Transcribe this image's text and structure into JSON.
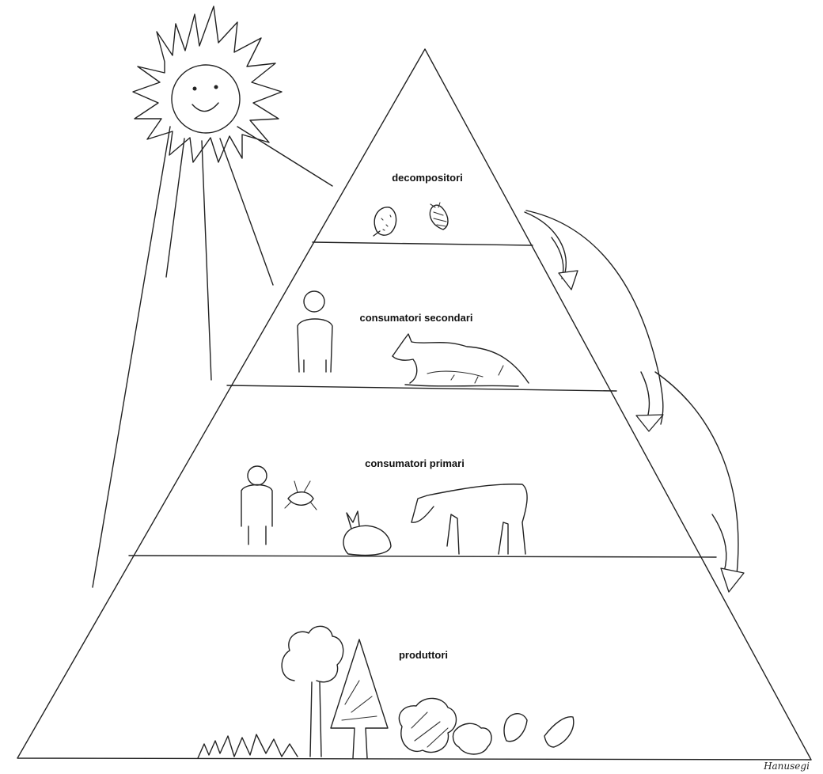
{
  "diagram": {
    "levels": [
      {
        "id": "decompositori",
        "label": "decompositori"
      },
      {
        "id": "consumatori-secondari",
        "label": "consumatori secondari"
      },
      {
        "id": "consumatori-primari",
        "label": "consumatori primari"
      },
      {
        "id": "produttori",
        "label": "produttori"
      }
    ],
    "signature": "Hanusegi"
  }
}
